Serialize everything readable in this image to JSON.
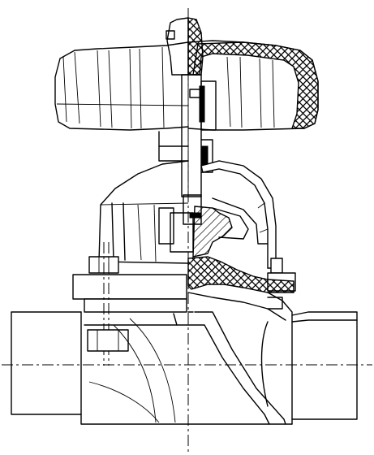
{
  "drawing": {
    "subject": "diaphragm-valve-half-section",
    "colors": {
      "line": "#000000",
      "background": "#ffffff"
    },
    "parts": [
      "handwheel",
      "spindle",
      "bonnet",
      "compressor",
      "diaphragm",
      "bolting",
      "body",
      "pipe-ends"
    ]
  }
}
